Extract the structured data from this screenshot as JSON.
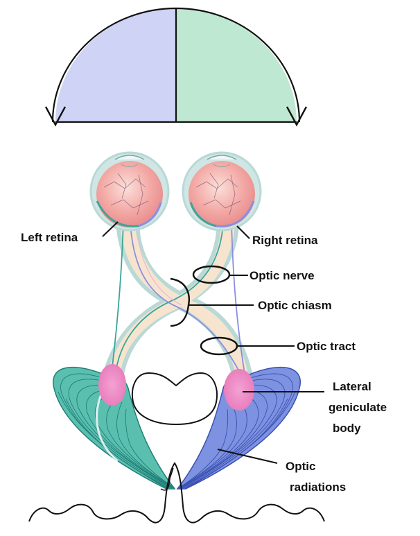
{
  "labels": {
    "left_retina": "Left retina",
    "right_retina": "Right retina",
    "optic_nerve": "Optic nerve",
    "optic_chiasm": "Optic chiasm",
    "optic_tract": "Optic tract",
    "lgb_line1": "Lateral",
    "lgb_line2": "geniculate",
    "lgb_line3": "body",
    "rad_line1": "Optic",
    "rad_line2": "radiations"
  },
  "colors": {
    "left_field": "#cfd3f5",
    "right_field": "#bfe8d2",
    "left_pathway": "#3aa59a",
    "right_pathway": "#6f86de",
    "geniculate": "#ef8fc8",
    "tract_fill": "#f7e4cf",
    "tract_edge": "#b9d9d6",
    "eyeball": "#f0a0a0"
  }
}
